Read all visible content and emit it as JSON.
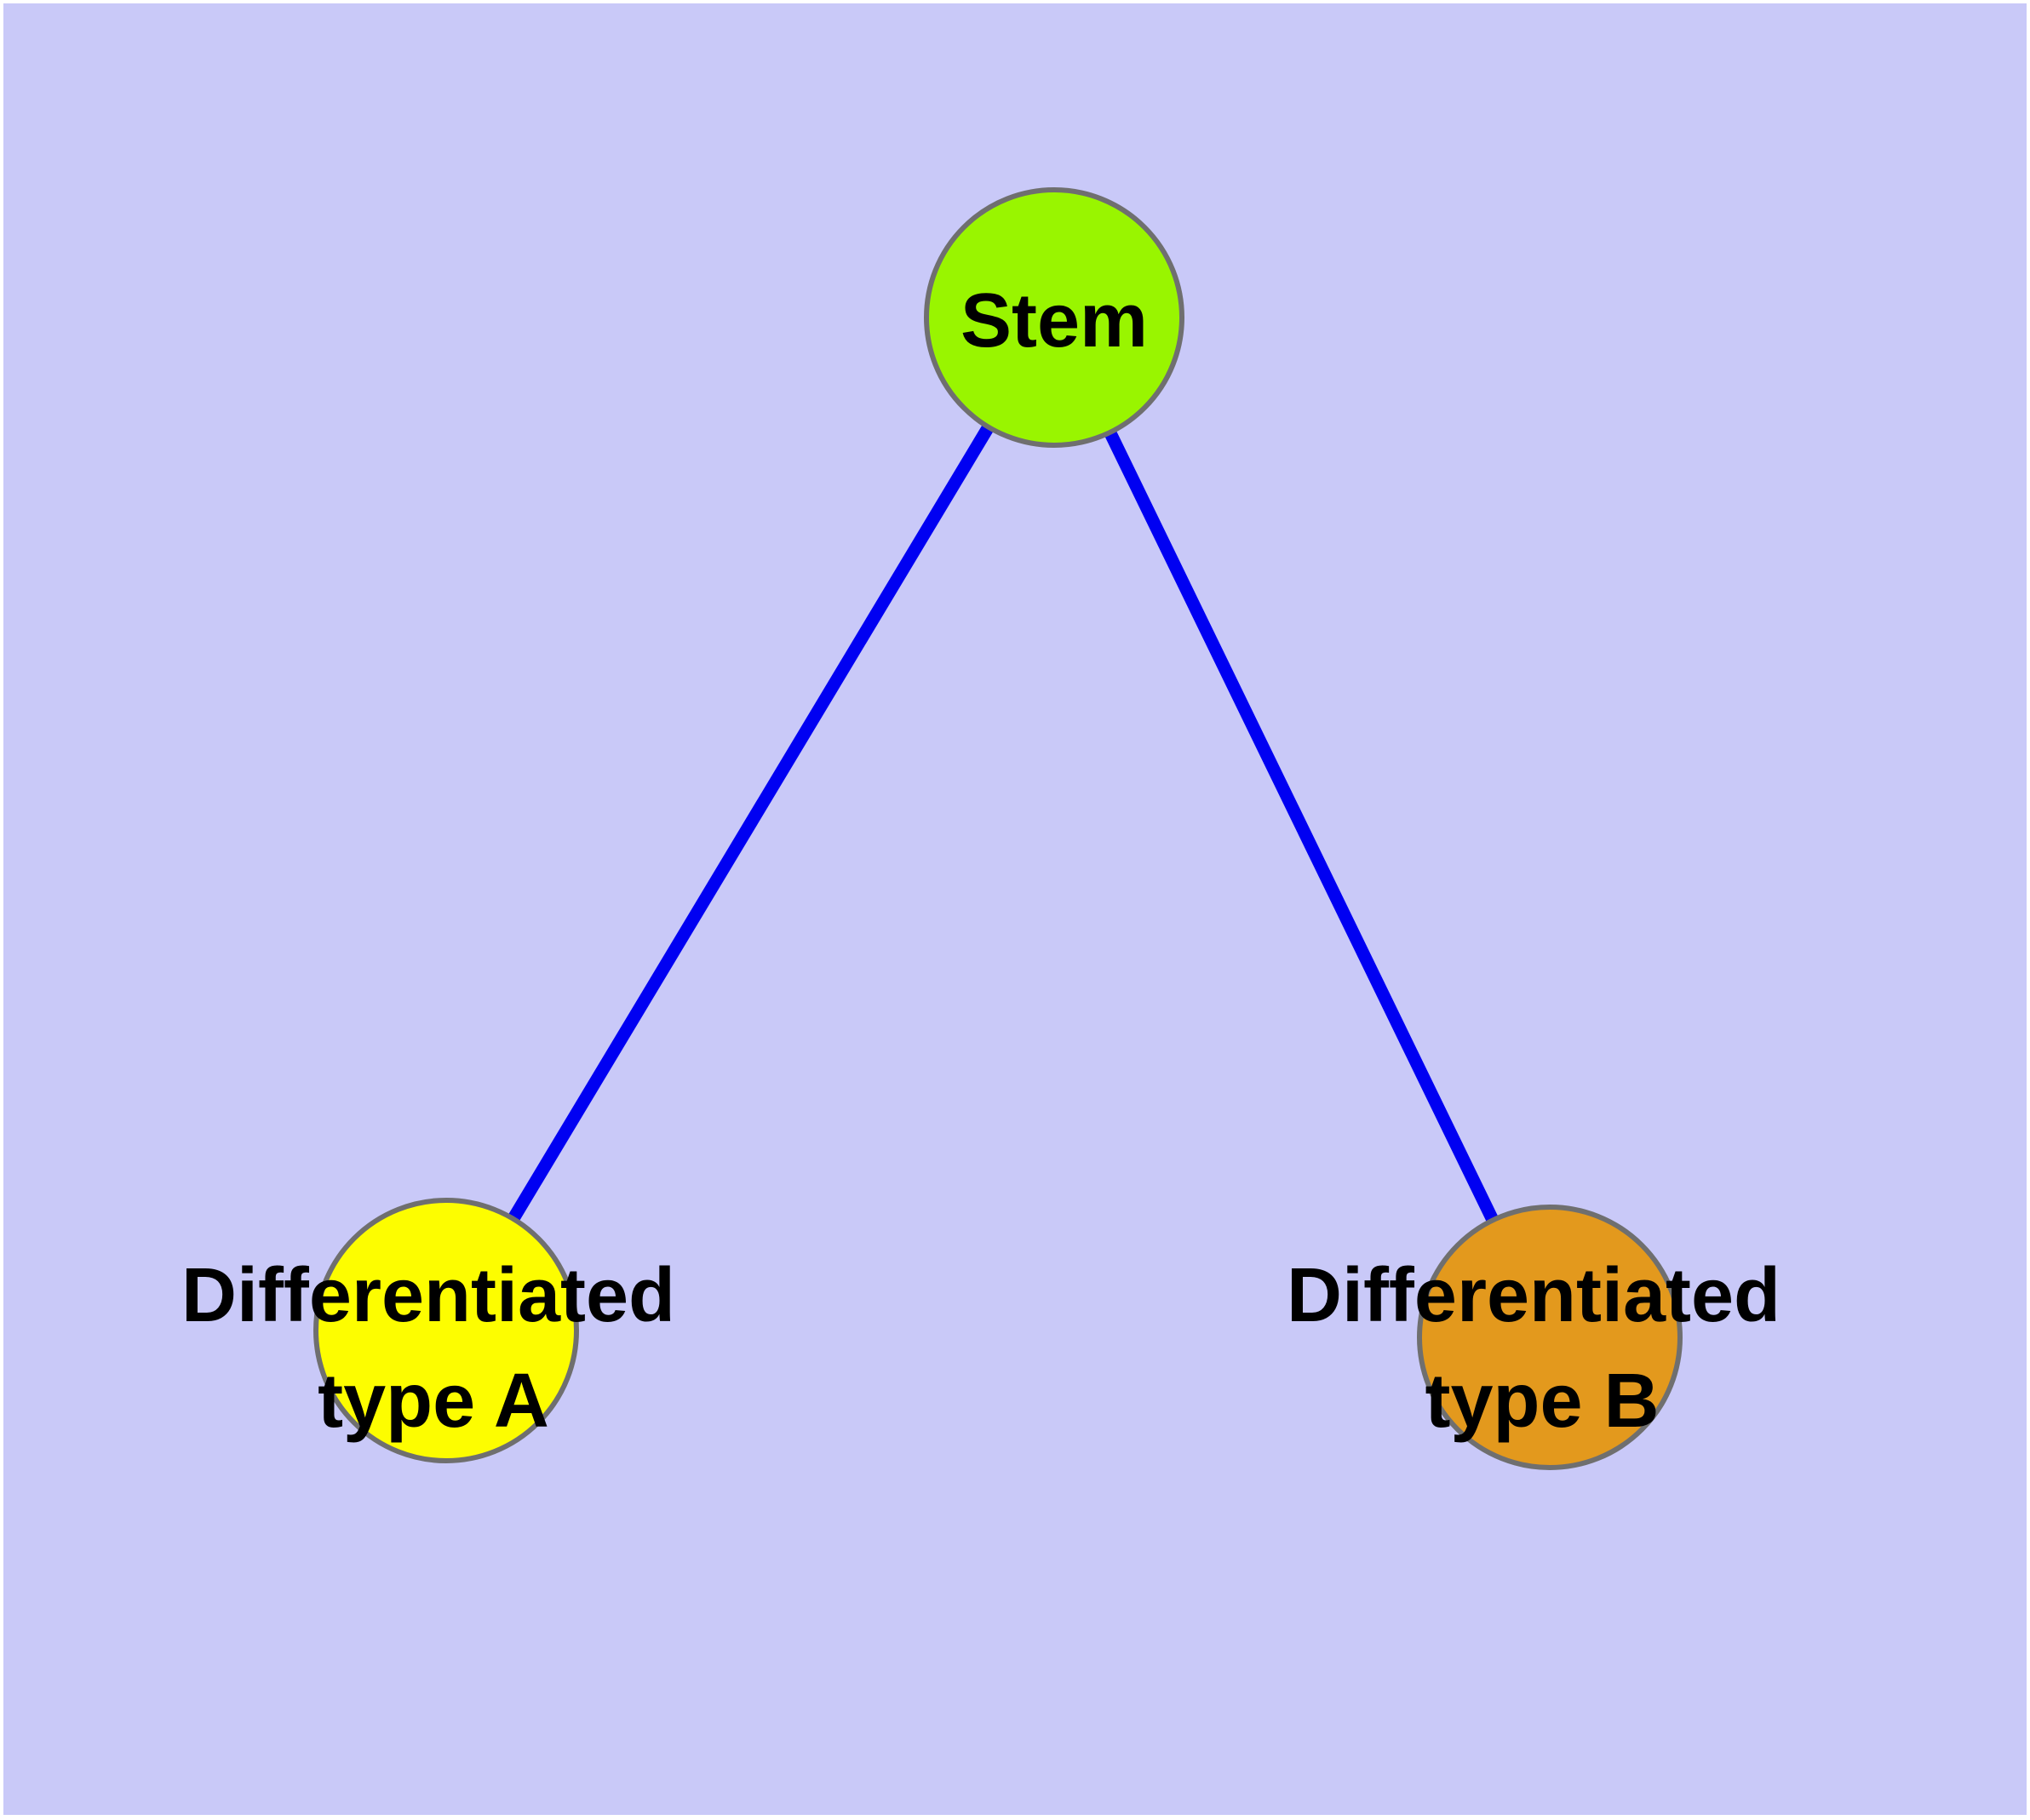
{
  "diagram": {
    "background_color": "#c9c9f8",
    "margin_color": "#ffffff",
    "edge_color": "#0000f2",
    "node_border_color": "#6f6f6f",
    "label_text_color": "#000000",
    "nodes": {
      "stem": {
        "label": "Stem",
        "color": "#99f500"
      },
      "type_a": {
        "label_line1": "Differentiated",
        "label_line2": "type A",
        "color": "#fdfd00"
      },
      "type_b": {
        "label_line1": "Differentiated",
        "label_line2": "type B",
        "color": "#e3991d"
      }
    },
    "edges": [
      {
        "from": "Stem",
        "to": "Differentiated type A"
      },
      {
        "from": "Stem",
        "to": "Differentiated type B"
      }
    ]
  }
}
